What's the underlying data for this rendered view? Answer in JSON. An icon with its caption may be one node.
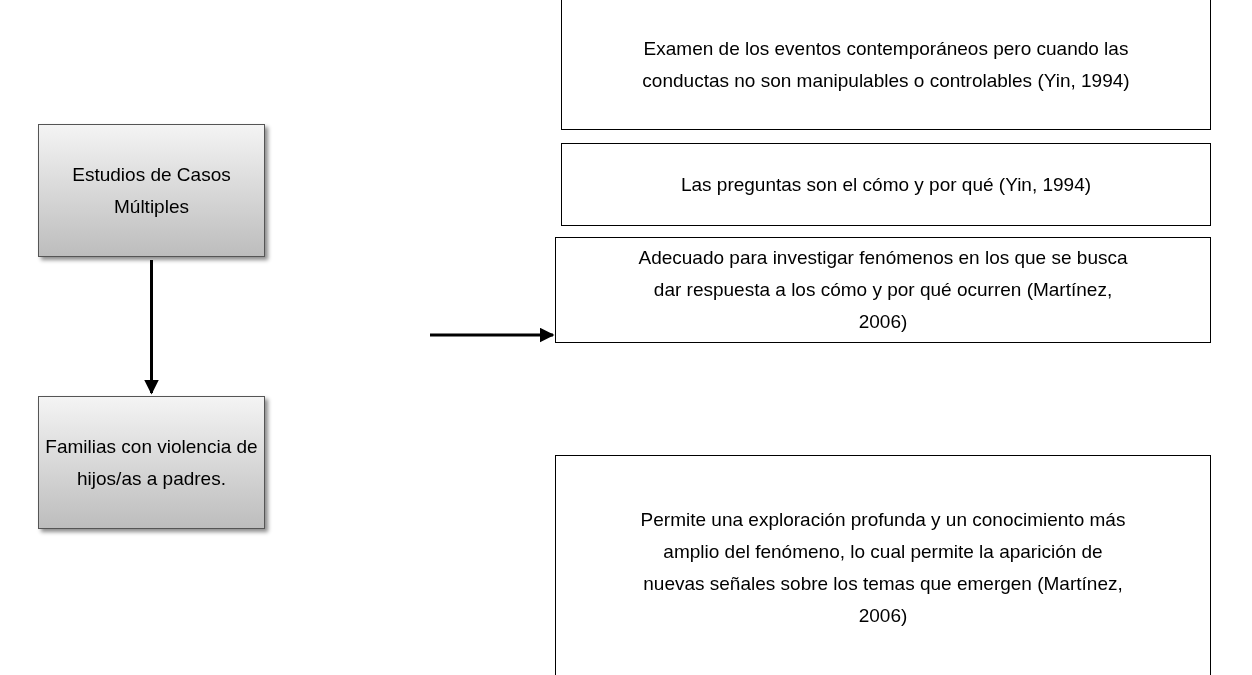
{
  "diagram": {
    "nodes": [
      {
        "text": [
          "Estudios de Casos Múltiples"
        ]
      },
      {
        "text": [
          "Familias con violencia de hijos/as a padres."
        ]
      },
      {
        "text": [
          "Examen de los eventos contemporáneos pero cuando las conductas no son manipulables o controlables (Yin, 1994)"
        ]
      },
      {
        "text": [
          "Las preguntas son el cómo y por qué (Yin, 1994)"
        ]
      },
      {
        "text": [
          "Adecuado para investigar fenómenos en los que se busca dar respuesta a los cómo y por qué ocurren (Martínez, 2006)"
        ]
      },
      {
        "text": [
          "Permite una exploración profunda y un conocimiento más amplio del fenómeno, lo cual permite la aparición de nuevas señales sobre los temas que emergen (Martínez, 2006)"
        ]
      }
    ],
    "edges": [
      {
        "from": 0,
        "to": 1,
        "arrow": "to"
      },
      {
        "from": null,
        "to": 4,
        "arrow": "to"
      }
    ]
  }
}
